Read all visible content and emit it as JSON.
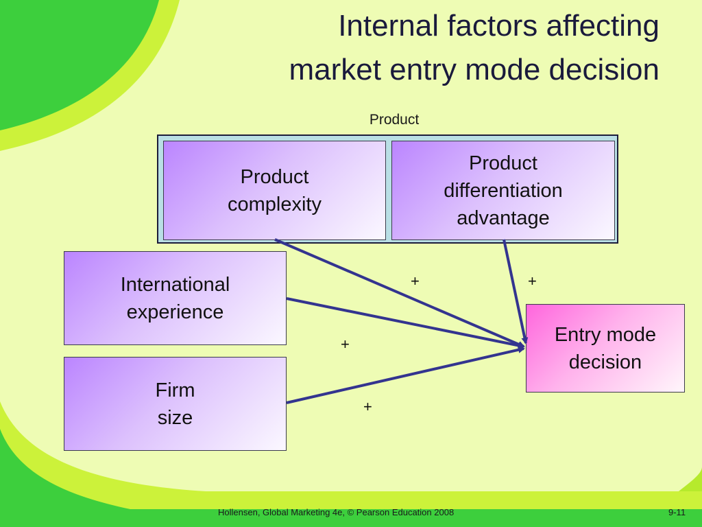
{
  "slide": {
    "title_line1": "Internal factors affecting",
    "title_line2": "market entry mode decision",
    "group_label": "Product",
    "boxes": {
      "product_complexity": "Product\ncomplexity",
      "product_differentiation": "Product\ndifferentiation\nadvantage",
      "international_experience": "International\nexperience",
      "firm_size": "Firm\nsize",
      "entry_mode": "Entry mode\ndecision"
    },
    "signs": {
      "product_complexity": "+",
      "product_differentiation": "+",
      "international_experience": "+",
      "firm_size": "+"
    },
    "footer_left": "Hollensen, Global Marketing 4e, © Pearson Education 2008",
    "footer_right": "9-11"
  },
  "colors": {
    "background": "#eefcb4",
    "decor_green": "#3dcf3d",
    "decor_lime": "#ccf23a",
    "factor_box_gradient_start": "#bb85ff",
    "entry_box_gradient_start": "#ff66dd",
    "group_frame": "#b9dfe5",
    "arrow": "#33348f"
  }
}
